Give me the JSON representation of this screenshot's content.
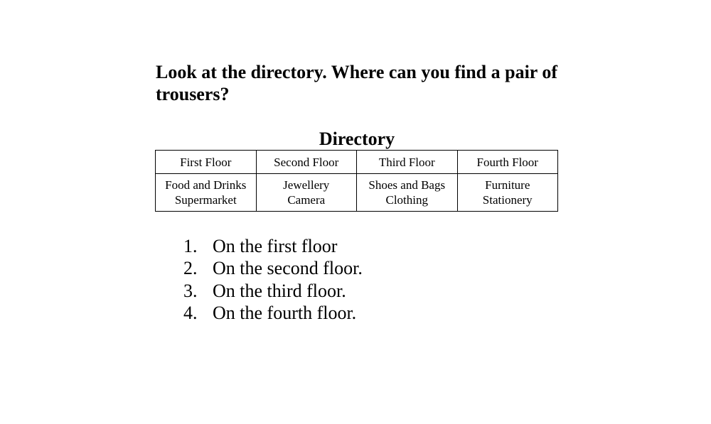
{
  "question": "Look at the directory. Where can you find a pair of trousers?",
  "directory": {
    "title": "Directory",
    "headers": [
      "First Floor",
      "Second Floor",
      "Third Floor",
      "Fourth Floor"
    ],
    "rows": [
      [
        [
          "Food and Drinks",
          "Supermarket"
        ],
        [
          "Jewellery",
          "Camera"
        ],
        [
          "Shoes and Bags",
          "Clothing"
        ],
        [
          "Furniture",
          "Stationery"
        ]
      ]
    ]
  },
  "options": [
    {
      "number": "1.",
      "text": "On the first floor"
    },
    {
      "number": "2.",
      "text": "On the second floor."
    },
    {
      "number": "3.",
      "text": "On the third floor."
    },
    {
      "number": "4.",
      "text": "On the fourth floor."
    }
  ]
}
